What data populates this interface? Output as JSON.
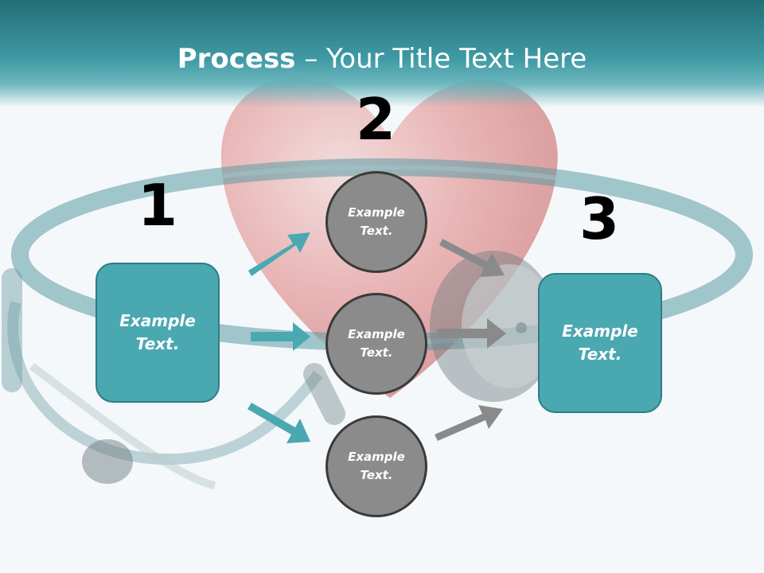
{
  "title": {
    "bold": "Process",
    "rest": " – Your Title Text Here"
  },
  "steps": {
    "step1": {
      "number": "1",
      "text": "Example Text."
    },
    "step2": {
      "number": "2"
    },
    "step3": {
      "number": "3",
      "text": "Example Text."
    }
  },
  "circles": [
    {
      "text": "Example Text."
    },
    {
      "text": "Example Text."
    },
    {
      "text": "Example Text."
    }
  ],
  "colors": {
    "title_bar": "#2f8790",
    "box_fill": "#4aa8b1",
    "teal_arrow": "#4aa8b1",
    "gray_arrow": "#8a8a8a",
    "circle_fill": "#8c8b8b"
  }
}
